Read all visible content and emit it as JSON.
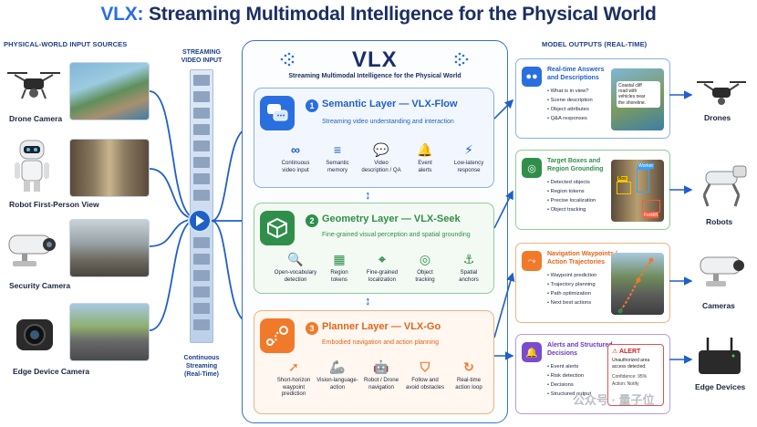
{
  "title": {
    "brand": "VLX:",
    "rest": " Streaming Multimodal Intelligence for the Physical World"
  },
  "sources": {
    "header": "PHYSICAL-WORLD INPUT SOURCES",
    "items": [
      {
        "label": "Drone Camera"
      },
      {
        "label": "Robot First-Person View"
      },
      {
        "label": "Security Camera"
      },
      {
        "label": "Edge Device Camera"
      }
    ]
  },
  "stream": {
    "top_label": [
      "STREAMING",
      "VIDEO INPUT"
    ],
    "bottom_label": [
      "Continuous",
      "Streaming",
      "(Real-Time)"
    ]
  },
  "center": {
    "logo": "VLX",
    "subtitle": "Streaming Multimodal Intelligence for the Physical World"
  },
  "layers": [
    {
      "num": "1",
      "title": "Semantic Layer — VLX-Flow",
      "subtitle": "Streaming video understanding and interaction",
      "features": [
        {
          "icon": "∞",
          "label": [
            "Continuous",
            "video input"
          ]
        },
        {
          "icon": "≡",
          "label": [
            "Semantic",
            "memory"
          ]
        },
        {
          "icon": "💬",
          "label": [
            "Video",
            "description / QA"
          ]
        },
        {
          "icon": "🔔",
          "label": [
            "Event",
            "alerts"
          ]
        },
        {
          "icon": "⚡",
          "label": [
            "Low-latency",
            "response"
          ]
        }
      ]
    },
    {
      "num": "2",
      "title": "Geometry Layer — VLX-Seek",
      "subtitle": "Fine-grained visual perception and spatial grounding",
      "features": [
        {
          "icon": "🔍",
          "label": [
            "Open-vocabulary",
            "detection"
          ]
        },
        {
          "icon": "▦",
          "label": [
            "Region",
            "tokens"
          ]
        },
        {
          "icon": "⌖",
          "label": [
            "Fine-grained",
            "localization"
          ]
        },
        {
          "icon": "◎",
          "label": [
            "Object",
            "tracking"
          ]
        },
        {
          "icon": "⚓",
          "label": [
            "Spatial",
            "anchors"
          ]
        }
      ]
    },
    {
      "num": "3",
      "title": "Planner Layer — VLX-Go",
      "subtitle": "Embodied navigation and action planning",
      "features": [
        {
          "icon": "➚",
          "label": [
            "Short-horizon",
            "waypoint",
            "prediction"
          ]
        },
        {
          "icon": "🦾",
          "label": [
            "Vision-language-",
            "action"
          ]
        },
        {
          "icon": "🤖",
          "label": [
            "Robot / Drone",
            "navigation"
          ]
        },
        {
          "icon": "⛉",
          "label": [
            "Follow and",
            "avoid obstacles"
          ]
        },
        {
          "icon": "↻",
          "label": [
            "Real-time",
            "action loop"
          ]
        }
      ]
    }
  ],
  "outputs": {
    "header": "MODEL OUTPUTS (REAL-TIME)",
    "items": [
      {
        "title": [
          "Real-time Answers",
          "and Descriptions"
        ],
        "list": [
          "What is in view?",
          "Scene description",
          "Object attributes",
          "Q&A responses"
        ],
        "caption": [
          "Coastal cliff",
          "road with",
          "vehicles near",
          "the shoreline."
        ]
      },
      {
        "title": [
          "Target Boxes and",
          "Region Grounding"
        ],
        "list": [
          "Detected objects",
          "Region tokens",
          "Precise localization",
          "Object tracking"
        ],
        "tags": [
          "Box",
          "Worker",
          "Forklift"
        ]
      },
      {
        "title": [
          "Navigation Waypoints /",
          "Action Trajectories"
        ],
        "list": [
          "Waypoint prediction",
          "Trajectory planning",
          "Path optimization",
          "Next best actions"
        ]
      },
      {
        "title": [
          "Alerts and Structured",
          "Decisions"
        ],
        "list": [
          "Event alerts",
          "Risk detection",
          "Decisions",
          "Structured output"
        ],
        "alert": {
          "head": "ALERT",
          "body": [
            "Unauthorized area",
            "access detected."
          ],
          "conf": "Confidence: 95%",
          "action": "Action: Notify"
        }
      }
    ]
  },
  "destinations": [
    {
      "label": "Drones"
    },
    {
      "label": "Robots"
    },
    {
      "label": "Cameras"
    },
    {
      "label": "Edge Devices"
    }
  ],
  "watermark": "公众号 · 量子位",
  "colors": {
    "blue": "#2a6fe0",
    "green": "#2f8f4a",
    "orange": "#f07a2a",
    "purple": "#7a4ad0",
    "navy": "#1b2f63"
  }
}
